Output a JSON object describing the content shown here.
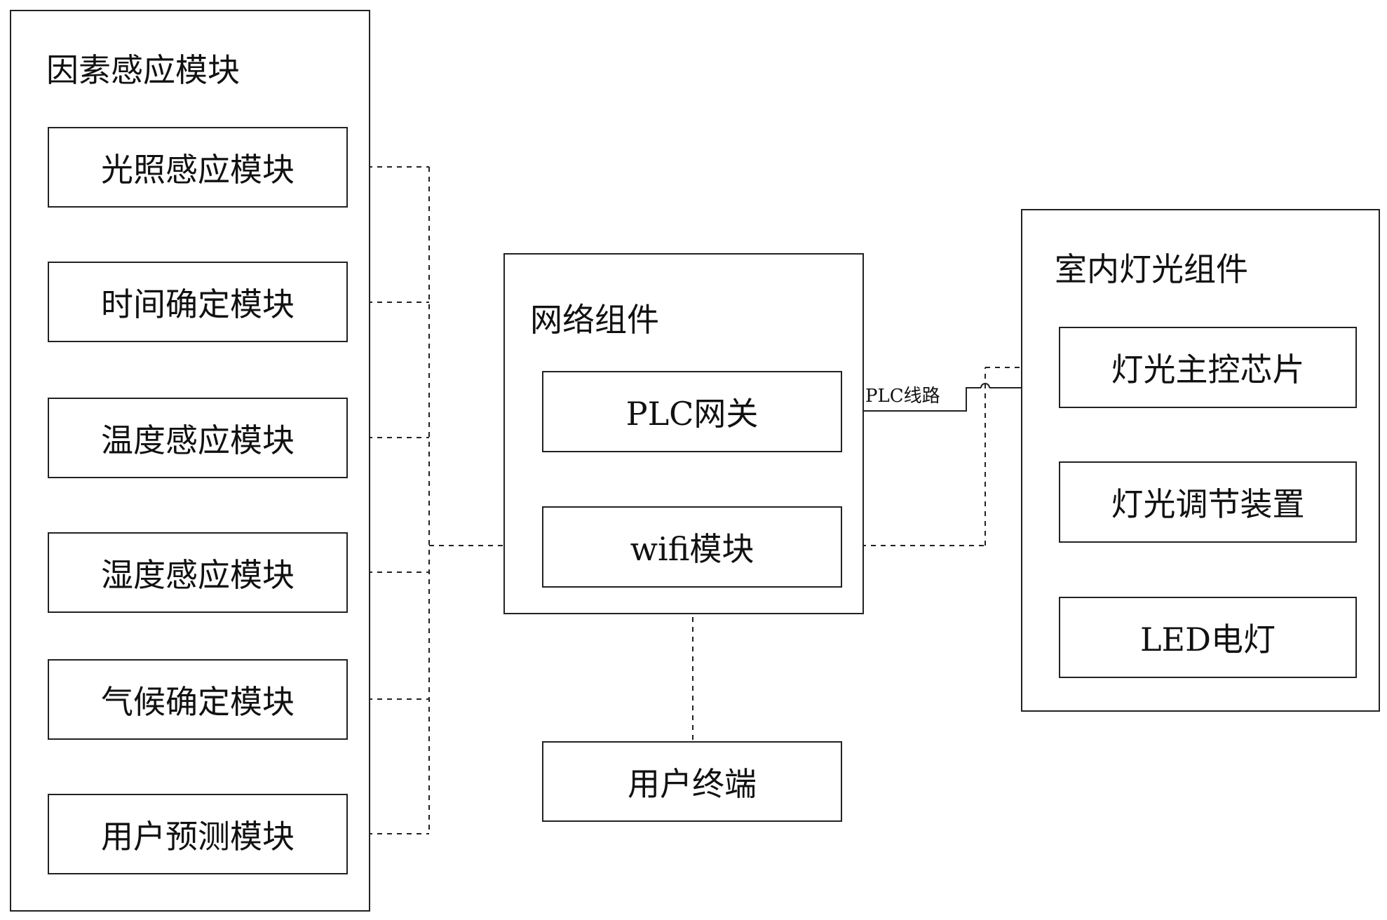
{
  "factor_group": {
    "title": "因素感应模块",
    "modules": [
      "光照感应模块",
      "时间确定模块",
      "温度感应模块",
      "湿度感应模块",
      "气候确定模块",
      "用户预测模块"
    ]
  },
  "network_group": {
    "title": "网络组件",
    "plc_gateway": "PLC网关",
    "wifi_module": "wifi模块"
  },
  "user_terminal": "用户终端",
  "lighting_group": {
    "title": "室内灯光组件",
    "main_chip": "灯光主控芯片",
    "adjuster": "灯光调节装置",
    "led": "LED电灯"
  },
  "plc_line_label": "PLC线路"
}
